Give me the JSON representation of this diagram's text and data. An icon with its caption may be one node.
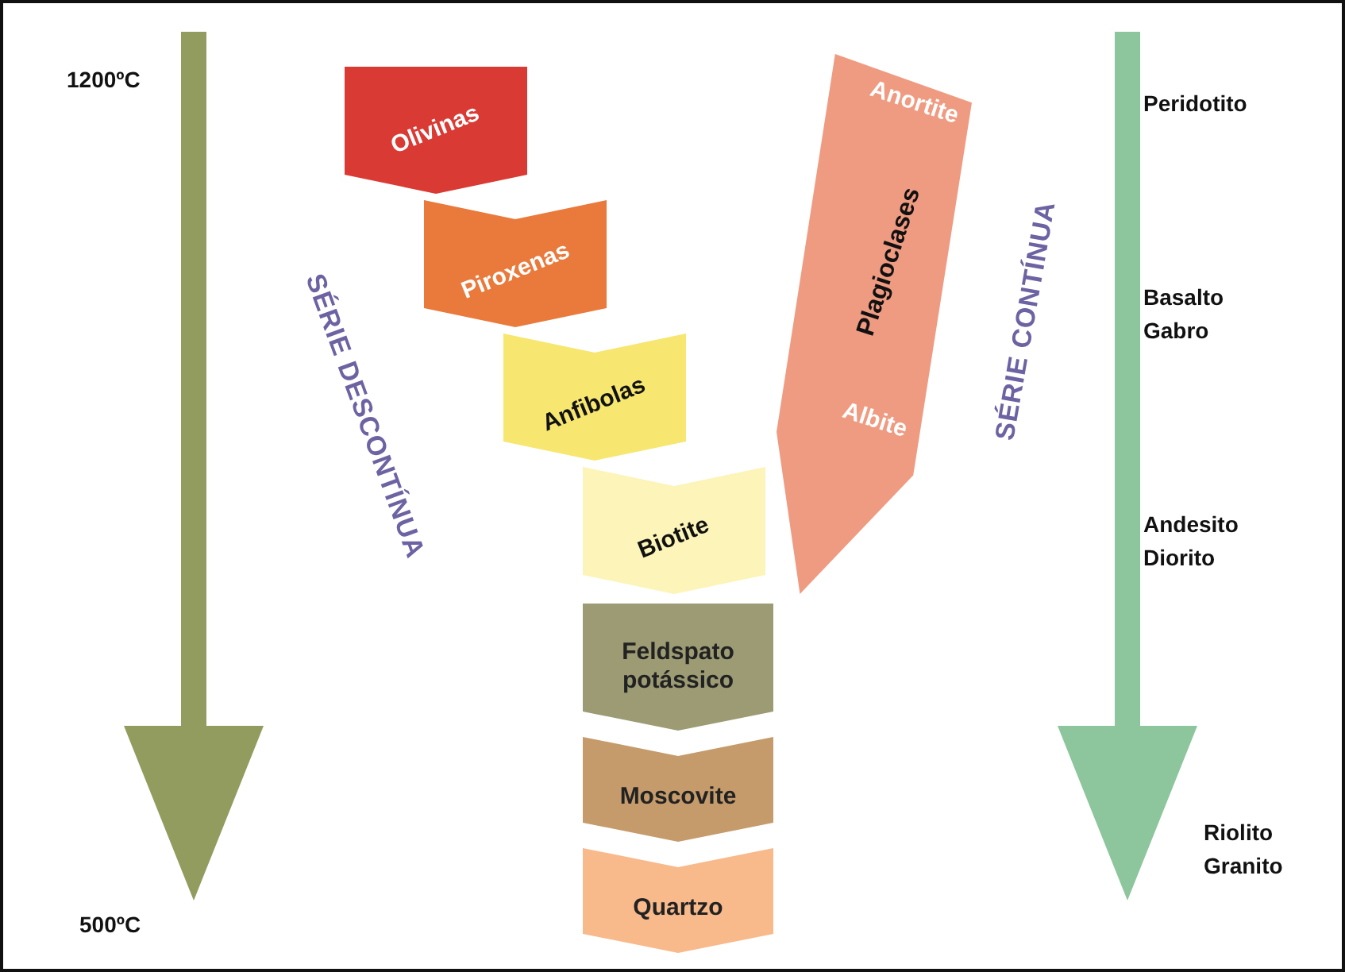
{
  "diagram": {
    "nodes": [
      {
        "text": [
          "Olivinas"
        ]
      },
      {
        "text": [
          "Piroxenas"
        ]
      },
      {
        "text": [
          "Anfibolas"
        ]
      },
      {
        "text": [
          "Biotite"
        ]
      },
      {
        "text": [
          "Anortite",
          "Plagioclases",
          "Albite"
        ]
      },
      {
        "text": [
          "Feldspato potássico"
        ]
      },
      {
        "text": [
          "Moscovite"
        ]
      },
      {
        "text": [
          "Quartzo"
        ]
      }
    ],
    "labels": [
      "1200ºC",
      "SÉRIE DESCONTÍNUA",
      "SÉRIE CONTÍNUA",
      "Peridotito",
      "Basalto",
      "Gabro",
      "Andesito",
      "Diorito",
      "Riolito",
      "Granito",
      "500ºC"
    ]
  }
}
